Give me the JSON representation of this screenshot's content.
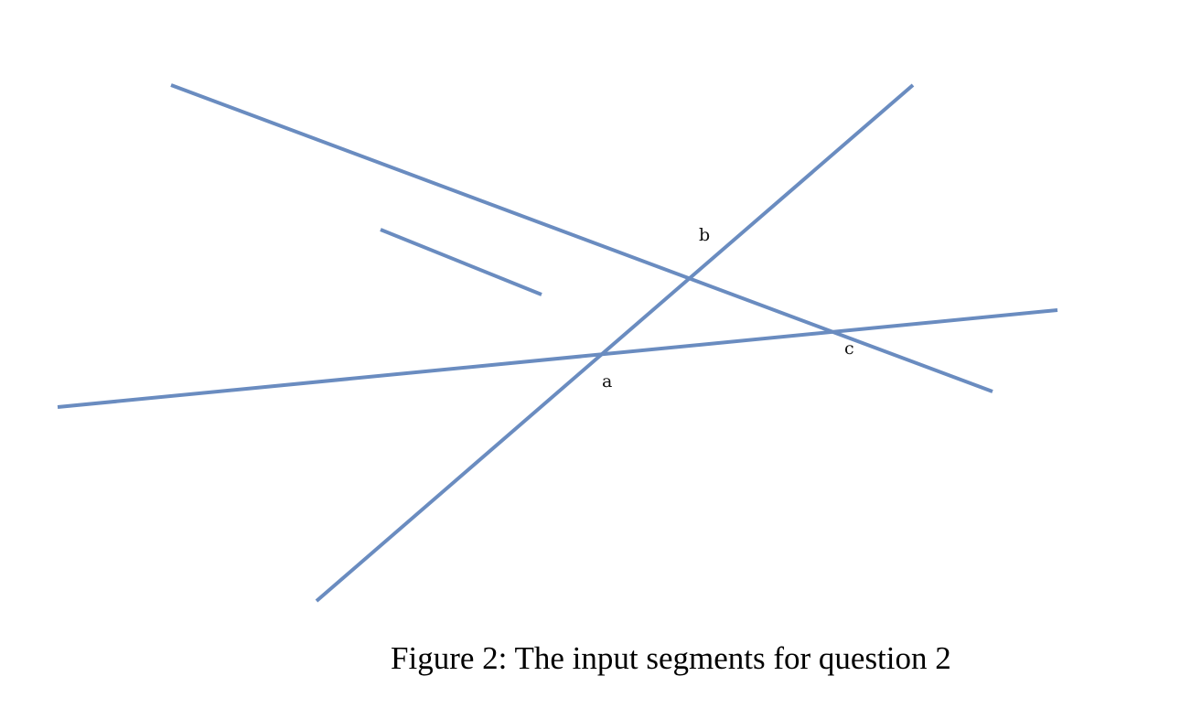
{
  "diagram": {
    "stroke_color": "#6a8cc0",
    "segments": [
      {
        "name": "segment-long-descending"
      },
      {
        "name": "segment-short"
      },
      {
        "name": "segment-long-ascending"
      },
      {
        "name": "segment-nearly-horizontal"
      }
    ],
    "points": [
      {
        "name": "point-label-a",
        "label": "a"
      },
      {
        "name": "point-label-b",
        "label": "b"
      },
      {
        "name": "point-label-c",
        "label": "c"
      }
    ]
  },
  "caption": {
    "text": "Figure 2: The input segments for question 2"
  }
}
